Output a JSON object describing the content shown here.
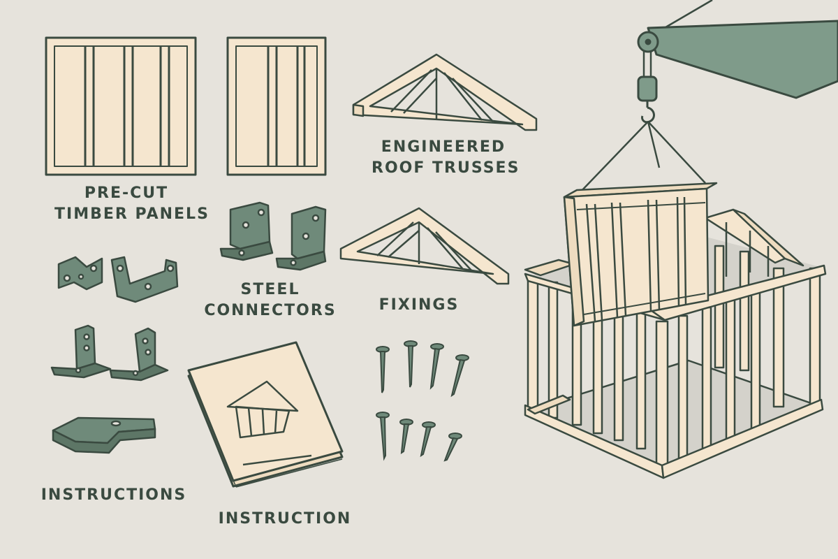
{
  "labels": {
    "timber_panels": [
      "PRE-CUT",
      "TIMBER PANELS"
    ],
    "roof_trusses": [
      "ENGINEERED",
      "ROOF TRUSSES"
    ],
    "steel_connectors": [
      "STEEL",
      "CONNECTORS"
    ],
    "fixings": "FIXINGS",
    "instructions": "INSTRUCTIONS",
    "instruction": "INSTRUCTION"
  },
  "colors": {
    "background": "#e6e3dc",
    "timber": "#f5e6cf",
    "outline": "#3a4a40",
    "steel": "#6f8a7a",
    "crane": "#7f9b8a",
    "floor": "#d4d2cb"
  },
  "icons": [
    "timber-panel-icon",
    "roof-truss-icon",
    "steel-bracket-icon",
    "nail-icon",
    "instruction-manual-icon",
    "crane-icon",
    "house-frame-icon"
  ]
}
